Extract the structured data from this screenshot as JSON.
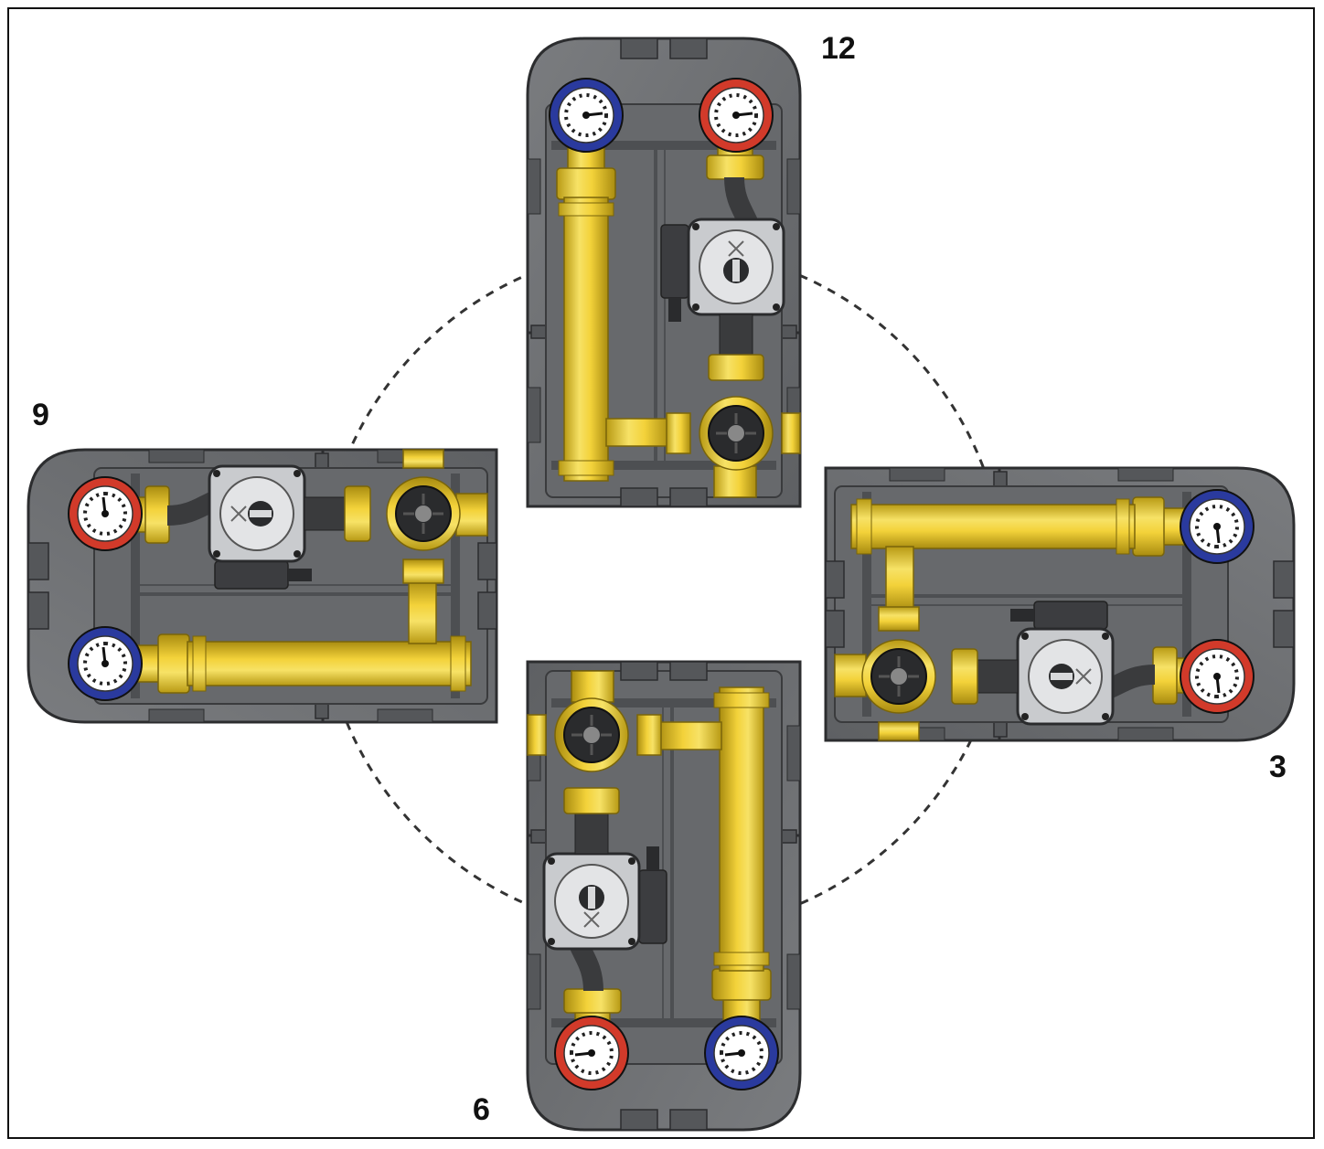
{
  "labels": {
    "top": "12",
    "right": "3",
    "bottom": "6",
    "left": "9"
  },
  "colors": {
    "housing": "#6d6f72",
    "housing_dark": "#3f4144",
    "housing_light": "#8a8c8f",
    "brass": "#f3d23a",
    "brass_dark": "#b89a14",
    "gauge_hot": "#d23a2a",
    "gauge_cold": "#2a3a9e",
    "gauge_face": "#ffffff",
    "pump_body": "#c9cbce",
    "valve_body": "#2a2b2d",
    "circle_dash": "#333333"
  },
  "icons": [
    "pressure-gauge-icon",
    "circulation-pump-icon",
    "mixing-valve-icon"
  ]
}
